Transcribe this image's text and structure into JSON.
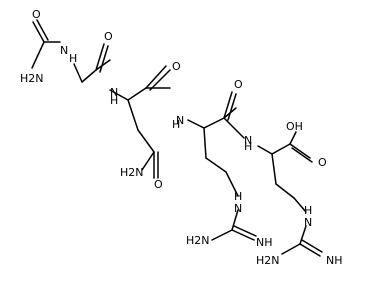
{
  "molecule": {
    "atoms": {
      "o_gly": "O",
      "n_gly_amide": "N",
      "h_gly_amide": "H",
      "nh2_terminal": "H2N",
      "o_ala": "O",
      "n_ala_amide": "N",
      "h_ala_amide": "H",
      "o_gln": "O",
      "n_gln_amide": "N",
      "h_gln_amide": "H",
      "gln_sidechain_amide": "H2N",
      "gln_sidechain_o": "O",
      "o_arg1": "O",
      "n_arg1_amide": "N",
      "h_arg1_amide": "H",
      "oh": "OH",
      "o_acid": "O",
      "nh_guan1": "H",
      "n_guan1": "N",
      "h2n_guan1": "H2N",
      "nh_imine1": "NH",
      "nh_guan2": "H",
      "n_guan2": "N",
      "h2n_guan2": "H2N",
      "nh_imine2": "NH"
    }
  }
}
